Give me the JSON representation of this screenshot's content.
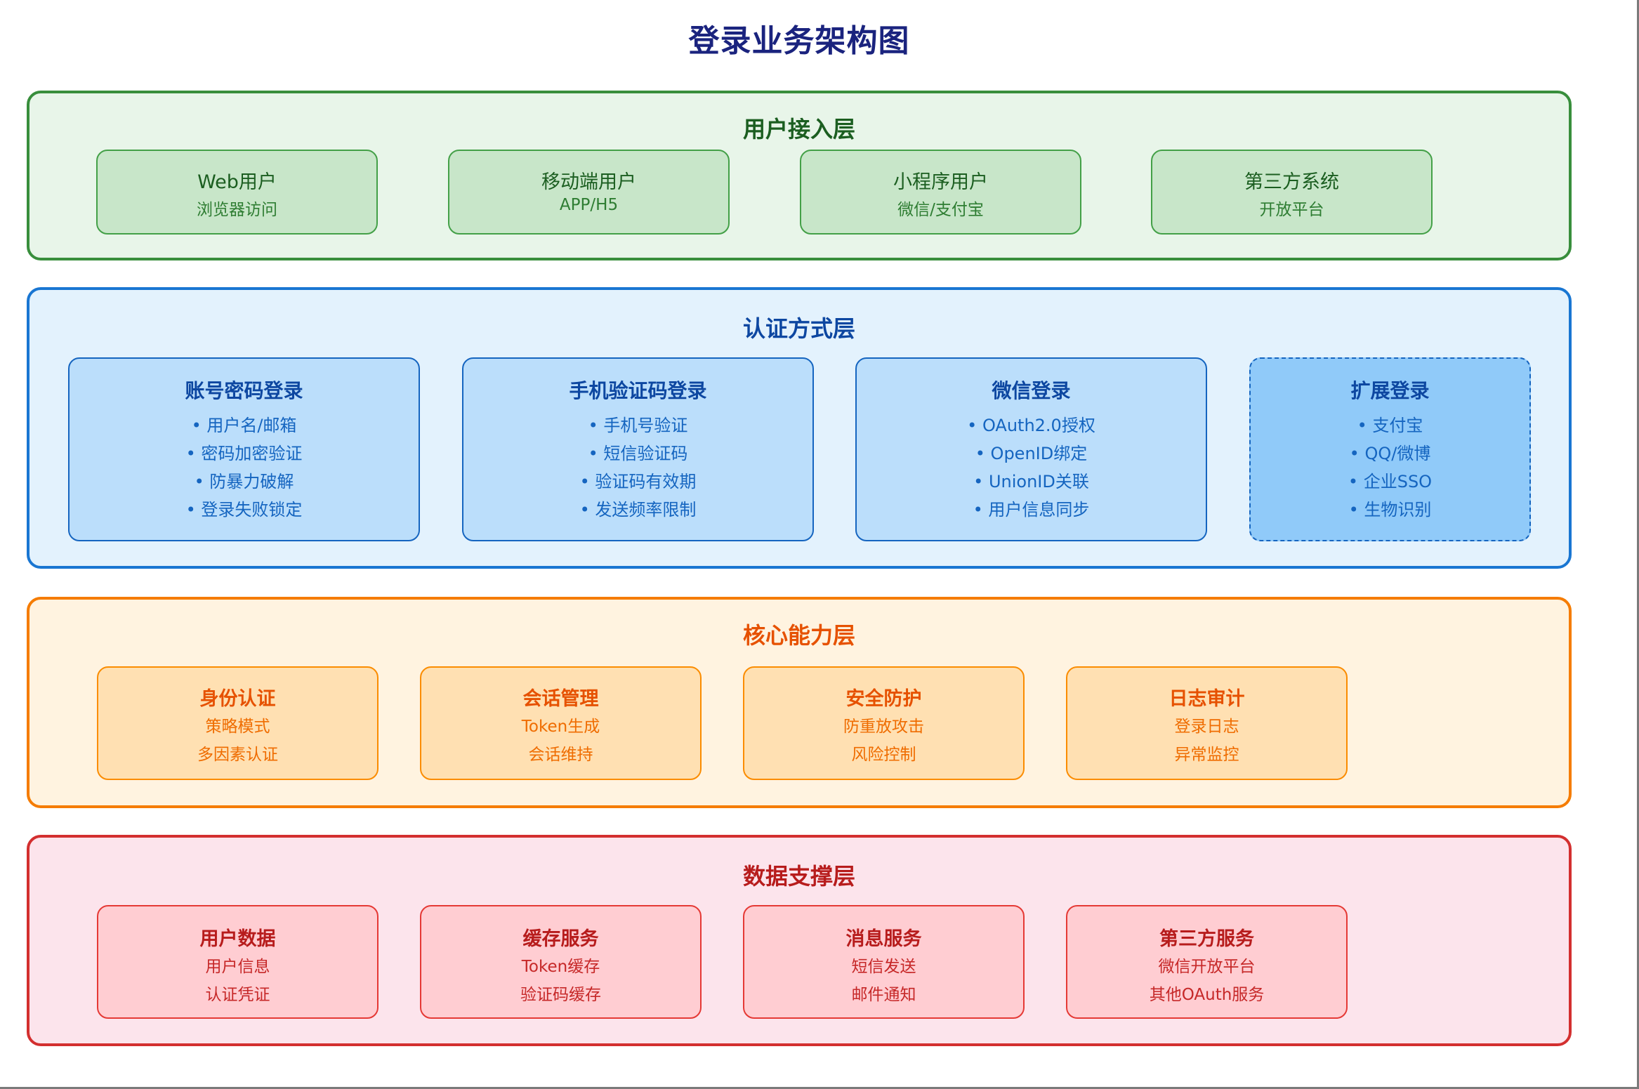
{
  "title": "登录业务架构图",
  "layers": {
    "access": {
      "title": "用户接入层",
      "color": "#388e3c",
      "cards": [
        {
          "title": "Web用户",
          "lines": [
            "浏览器访问"
          ]
        },
        {
          "title": "移动端用户",
          "lines": [
            "APP/H5"
          ]
        },
        {
          "title": "小程序用户",
          "lines": [
            "微信/支付宝"
          ]
        },
        {
          "title": "第三方系统",
          "lines": [
            "开放平台"
          ]
        }
      ]
    },
    "auth": {
      "title": "认证方式层",
      "color": "#1976d2",
      "cards": [
        {
          "title": "账号密码登录",
          "lines": [
            "• 用户名/邮箱",
            "• 密码加密验证",
            "• 防暴力破解",
            "• 登录失败锁定"
          ]
        },
        {
          "title": "手机验证码登录",
          "lines": [
            "• 手机号验证",
            "• 短信验证码",
            "• 验证码有效期",
            "• 发送频率限制"
          ]
        },
        {
          "title": "微信登录",
          "lines": [
            "• OAuth2.0授权",
            "• OpenID绑定",
            "• UnionID关联",
            "• 用户信息同步"
          ]
        },
        {
          "title": "扩展登录",
          "lines": [
            "• 支付宝",
            "• QQ/微博",
            "• 企业SSO",
            "• 生物识别"
          ],
          "style": "dashed"
        }
      ]
    },
    "core": {
      "title": "核心能力层",
      "color": "#f57c00",
      "cards": [
        {
          "title": "身份认证",
          "lines": [
            "策略模式",
            "多因素认证"
          ]
        },
        {
          "title": "会话管理",
          "lines": [
            "Token生成",
            "会话维持"
          ]
        },
        {
          "title": "安全防护",
          "lines": [
            "防重放攻击",
            "风险控制"
          ]
        },
        {
          "title": "日志审计",
          "lines": [
            "登录日志",
            "异常监控"
          ]
        }
      ]
    },
    "data": {
      "title": "数据支撑层",
      "color": "#d32f2f",
      "cards": [
        {
          "title": "用户数据",
          "lines": [
            "用户信息",
            "认证凭证"
          ]
        },
        {
          "title": "缓存服务",
          "lines": [
            "Token缓存",
            "验证码缓存"
          ]
        },
        {
          "title": "消息服务",
          "lines": [
            "短信发送",
            "邮件通知"
          ]
        },
        {
          "title": "第三方服务",
          "lines": [
            "微信开放平台",
            "其他OAuth服务"
          ]
        }
      ]
    }
  }
}
